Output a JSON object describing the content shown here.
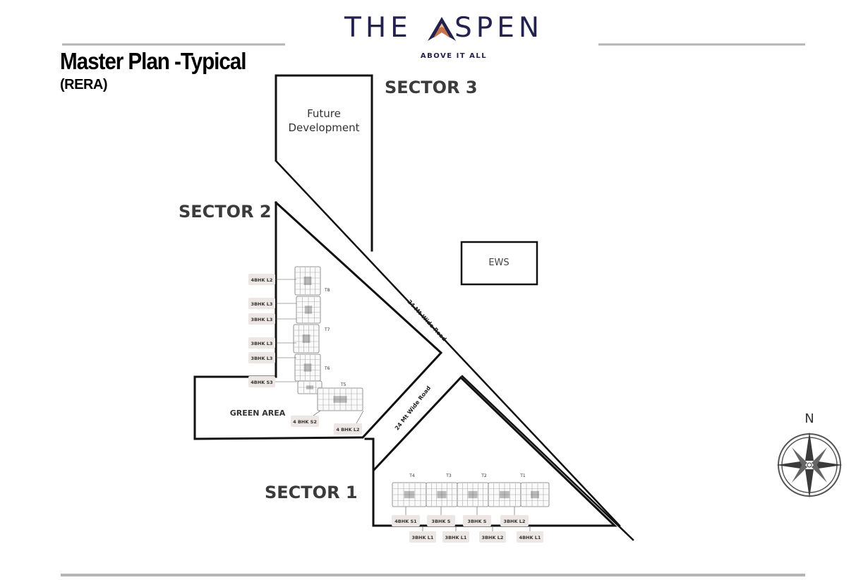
{
  "header": {
    "brand_left": "THE",
    "brand_right": "SPEN",
    "tagline": "ABOVE IT ALL",
    "title": "Master Plan -Typical",
    "subtitle": "(RERA)"
  },
  "plan": {
    "sectors": [
      "SECTOR 3",
      "SECTOR 2",
      "SECTOR 1"
    ],
    "future_line1": "Future",
    "future_line2": "Development",
    "ews": "EWS",
    "green_area": "GREEN AREA",
    "road_upper": "24 Mt Wide Road",
    "road_lower": "24 Mt Wide Road",
    "compass": "N"
  },
  "sector2_units": [
    "4BHK L2",
    "3BHK L3",
    "3BHK L3",
    "3BHK L3",
    "3BHK L3",
    "4BHK S3"
  ],
  "sector2_bottom_units": [
    "4 BHK S2",
    "4 BHK L2"
  ],
  "sector2_towers": [
    "T8",
    "T7",
    "T6",
    "T5"
  ],
  "sector1_towers": [
    "T4",
    "T3",
    "T2",
    "T1"
  ],
  "sector1_units_top": [
    "4BHK S1",
    "3BHK S",
    "3BHK S",
    "3BHK L2"
  ],
  "sector1_units_bottom": [
    "3BHK L1",
    "3BHK L1",
    "3BHK L2",
    "4BHK L1"
  ],
  "colors": {
    "brand": "#23224e",
    "accent": "#c8744a",
    "label_bg": "#ece6e4",
    "heading": "#3b3b3b",
    "rule": "#b4b4b4"
  }
}
